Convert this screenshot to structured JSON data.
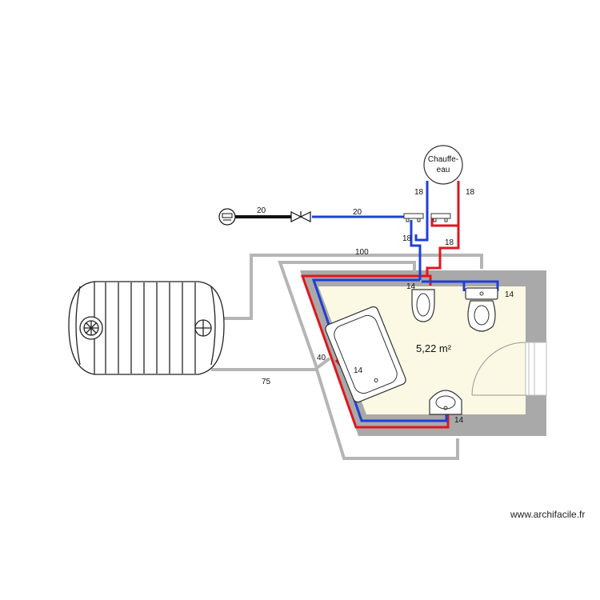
{
  "room": {
    "area": "5,22 m²"
  },
  "water_heater": {
    "line1": "Chauffe-",
    "line2": "eau"
  },
  "pipe_labels": {
    "supply_left": "20",
    "supply_right": "20",
    "heater_cold": "18",
    "heater_hot": "18",
    "manifold_cold": "18",
    "manifold_hot": "18",
    "evac_top": "100",
    "evac_bottom": "75",
    "evac_side": "40",
    "wc_branch": "14",
    "lavabo_top": "14",
    "bath": "14",
    "basin": "14"
  },
  "watermark": "www.archifacile.fr",
  "colors": {
    "cold": "#1f3fd6",
    "hot": "#e0161c",
    "drain": "#b5b5b5",
    "room_fill": "#fbf8e4",
    "wall": "#a9a9a9"
  },
  "icons": [
    "water-meter-icon",
    "valve-icon",
    "septic-tank-icon",
    "bathtub-icon",
    "toilet-icon",
    "washbasin-icon",
    "sink-icon",
    "door-icon"
  ]
}
